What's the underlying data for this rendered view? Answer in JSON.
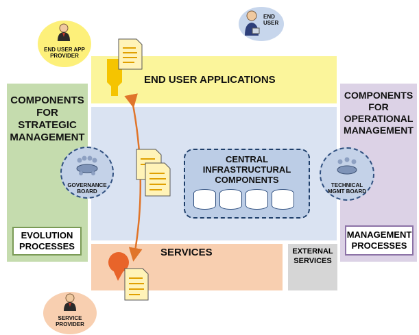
{
  "end_user": {
    "label_line1": "END",
    "label_line2": "USER"
  },
  "end_user_app_provider": {
    "label_line1": "END USER APP",
    "label_line2": "PROVIDER"
  },
  "service_provider": {
    "label_line1": "SERVICE",
    "label_line2": "PROVIDER"
  },
  "end_user_applications": {
    "title": "END USER APPLICATIONS"
  },
  "services": {
    "title": "SERVICES"
  },
  "external_services": {
    "line1": "EXTERNAL",
    "line2": "SERVICES"
  },
  "strategic": {
    "title_line1": "COMPONENTS",
    "title_line2": "FOR STRATEGIC",
    "title_line3": "MANAGEMENT",
    "box_line1": "EVOLUTION",
    "box_line2": "PROCESSES"
  },
  "operational": {
    "title_line1": "COMPONENTS",
    "title_line2": "FOR",
    "title_line3": "OPERATIONAL",
    "title_line4": "MANAGEMENT",
    "box_line1": "MANAGEMENT",
    "box_line2": "PROCESSES"
  },
  "central": {
    "line1": "CENTRAL",
    "line2": "INFRASTRUCTURAL",
    "line3": "COMPONENTS",
    "databases": 4
  },
  "governance_board": {
    "line1": "GOVERNANCE",
    "line2": "BOARD"
  },
  "technical_board": {
    "line1": "TECHNICAL",
    "line2": "MGMT BOARD"
  },
  "colors": {
    "eua_band": "#fbf59b",
    "central_band": "#dae3f2",
    "services_band": "#f8cfb0",
    "external_band": "#d6d6d6",
    "strategic_band": "#c5dcae",
    "operational_band": "#dcd2e6",
    "arrow": "#e0752a",
    "document": "#fff3b8",
    "connector_yellow": "#f5c400",
    "connector_orange": "#e8642a"
  }
}
